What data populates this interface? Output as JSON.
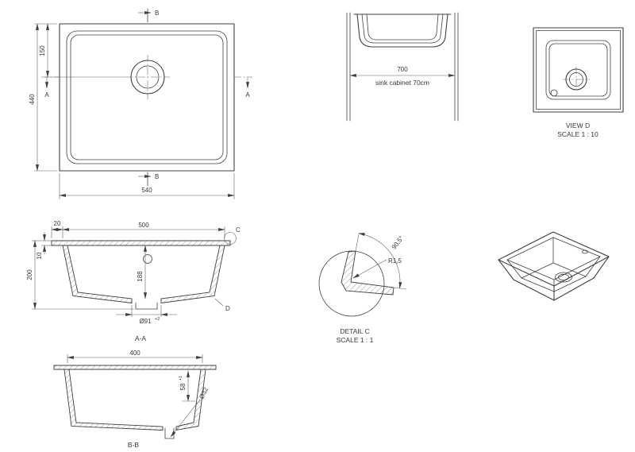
{
  "plan": {
    "dim_540": "540",
    "dim_440": "440",
    "dim_150": "150",
    "marker_a": "A",
    "marker_b": "B"
  },
  "cabinet": {
    "dim_700": "700",
    "caption": "sink cabinet 70cm"
  },
  "view_d": {
    "title": "VIEW D",
    "scale": "SCALE 1 : 10"
  },
  "section_aa": {
    "dim_500": "500",
    "dim_20": "20",
    "dim_10": "10",
    "dim_200": "200",
    "dim_188": "188",
    "dim_drain": "Ø91",
    "dim_drain_tol": "+2",
    "detail_label_c": "C",
    "detail_label_d": "D",
    "caption": "A-A"
  },
  "detail_c": {
    "radius": "R1,5",
    "angle": "90,5°",
    "title": "DETAIL C",
    "scale": "SCALE 1 : 1"
  },
  "section_bb": {
    "dim_400": "400",
    "dim_58": "58",
    "dim_58_tol": "+1",
    "dim_drain": "Ø32",
    "caption": "B-B"
  }
}
